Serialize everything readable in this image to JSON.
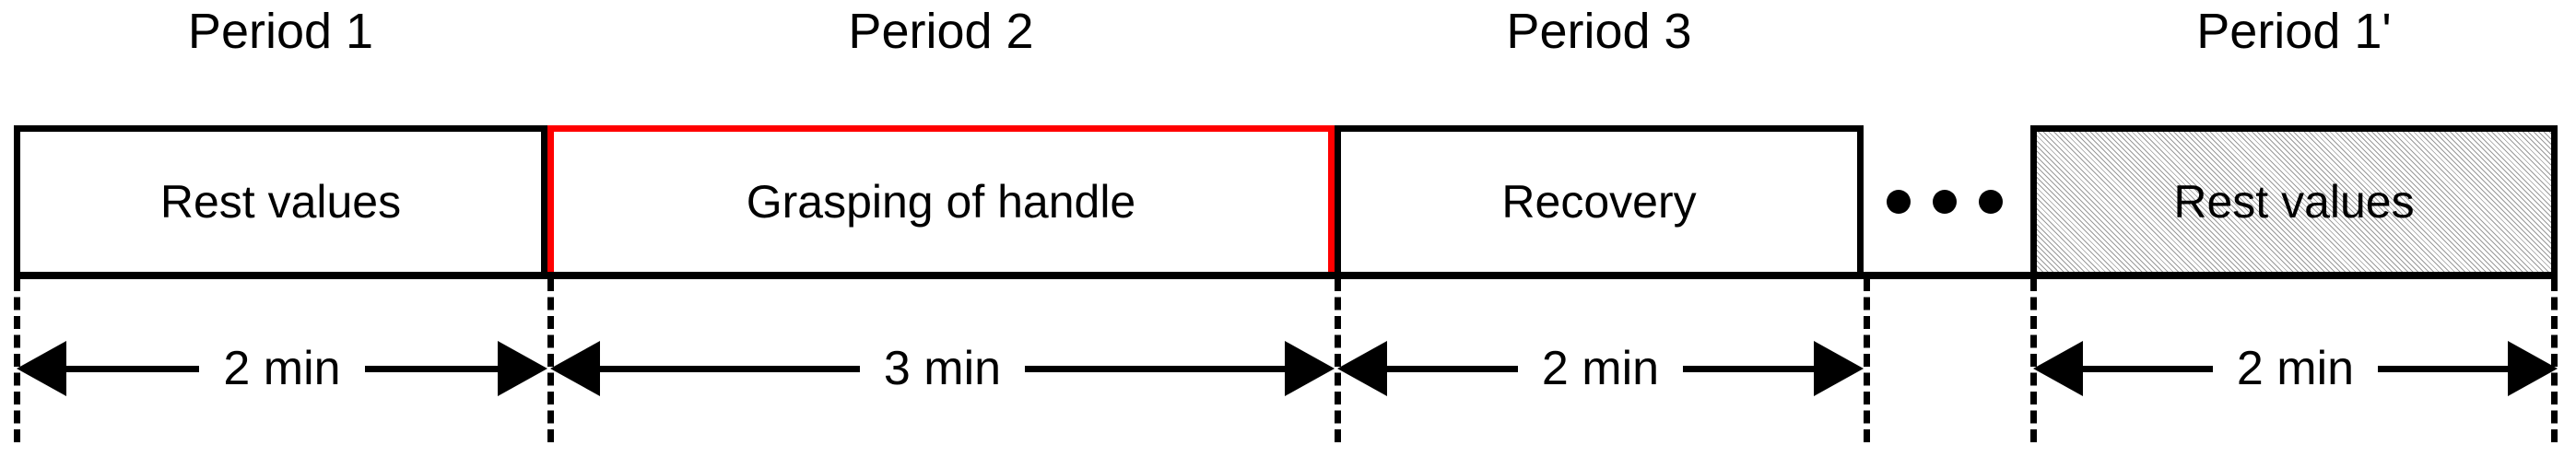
{
  "figure": {
    "type": "protocol-timeline",
    "title_row_label_prefix": "Period"
  },
  "periods": [
    {
      "id": "period-1",
      "title": "Period 1",
      "box_label": "Rest values",
      "duration": "2 min",
      "border_color": "#000000",
      "fill": "solid-white"
    },
    {
      "id": "period-2",
      "title": "Period 2",
      "box_label": "Grasping of handle",
      "duration": "3 min",
      "border_color": "#ff0000",
      "fill": "solid-white"
    },
    {
      "id": "period-3",
      "title": "Period 3",
      "box_label": "Recovery",
      "duration": "2 min",
      "border_color": "#000000",
      "fill": "solid-white"
    },
    {
      "id": "period-1-prime",
      "title": "Period 1'",
      "box_label": "Rest values",
      "duration": "2 min",
      "border_color": "#000000",
      "fill": "diagonal-hatch"
    }
  ],
  "ellipsis": {
    "icon": "horizontal-ellipsis-icon",
    "dot_count": 3,
    "meaning": "repeated cycles omitted"
  },
  "colors": {
    "stroke": "#000000",
    "highlight": "#ff0000",
    "background": "#ffffff",
    "hatch": "#9a9a9a"
  }
}
